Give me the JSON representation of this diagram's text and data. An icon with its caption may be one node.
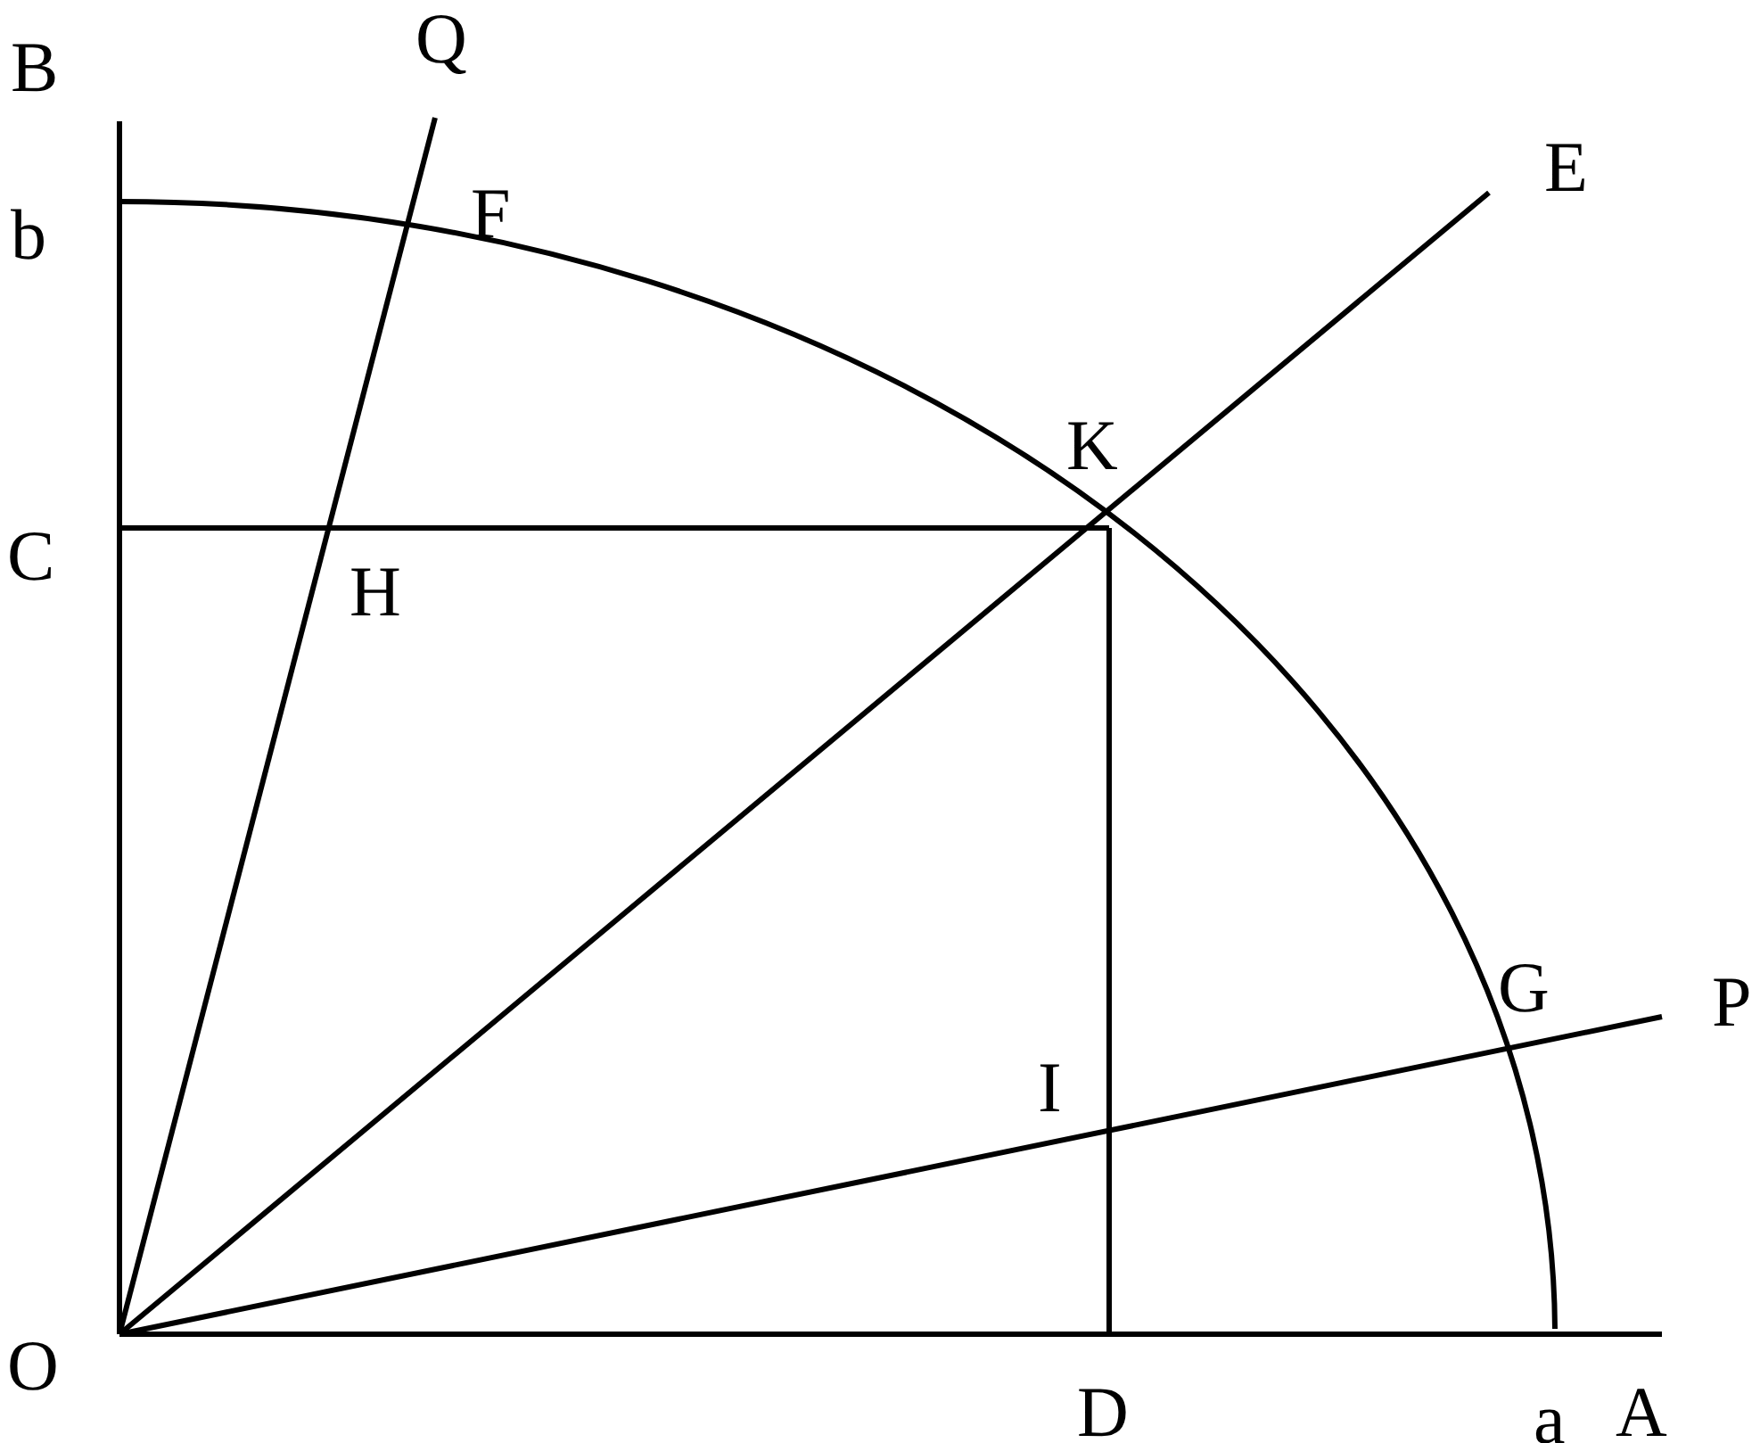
{
  "diagram": {
    "labels": [
      "B",
      "Q",
      "b",
      "F",
      "E",
      "K",
      "C",
      "H",
      "G",
      "P",
      "I",
      "O",
      "D",
      "a",
      "A"
    ]
  }
}
